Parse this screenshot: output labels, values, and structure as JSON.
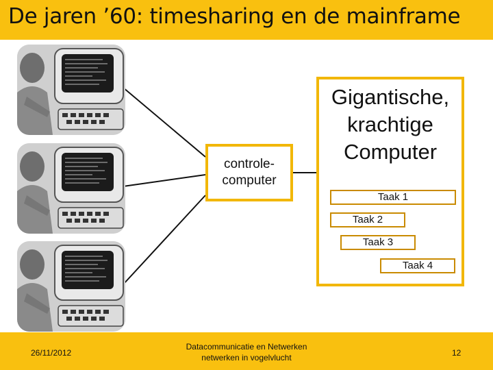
{
  "slide": {
    "title": "De jaren ’60: timesharing en de mainframe"
  },
  "diagram": {
    "controller_label": "controle-computer",
    "mainframe_label": "Gigantische, krachtige Computer",
    "tasks": [
      "Taak 1",
      "Taak 2",
      "Taak 3",
      "Taak 4"
    ],
    "terminal_count": 3
  },
  "footer": {
    "date": "26/11/2012",
    "course_line1": "Datacommunicatie en Netwerken",
    "course_line2": "netwerken in vogelvlucht",
    "page": "12"
  },
  "colors": {
    "accent": "#f9c00f",
    "box_border": "#f2b705",
    "task_border": "#c98a00"
  }
}
